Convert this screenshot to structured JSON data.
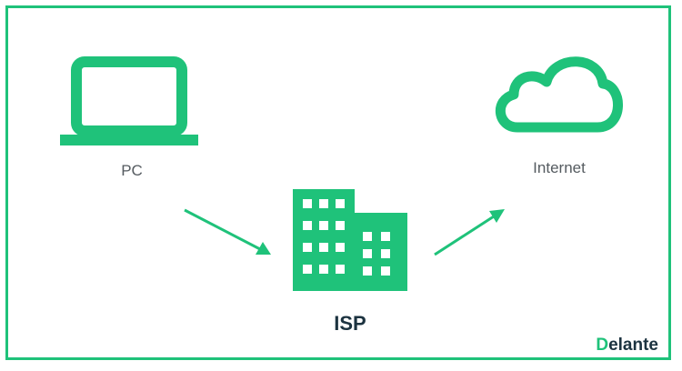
{
  "nodes": {
    "pc": {
      "label": "PC",
      "icon": "laptop-icon"
    },
    "isp": {
      "label": "ISP",
      "icon": "building-icon"
    },
    "internet": {
      "label": "Internet",
      "icon": "cloud-icon"
    }
  },
  "edges": [
    {
      "from": "pc",
      "to": "isp"
    },
    {
      "from": "isp",
      "to": "internet"
    }
  ],
  "logo": {
    "initial": "D",
    "rest": "elante"
  },
  "colors": {
    "accent": "#1fc27a",
    "label_text": "#555b60",
    "isp_text": "#1c3340"
  }
}
